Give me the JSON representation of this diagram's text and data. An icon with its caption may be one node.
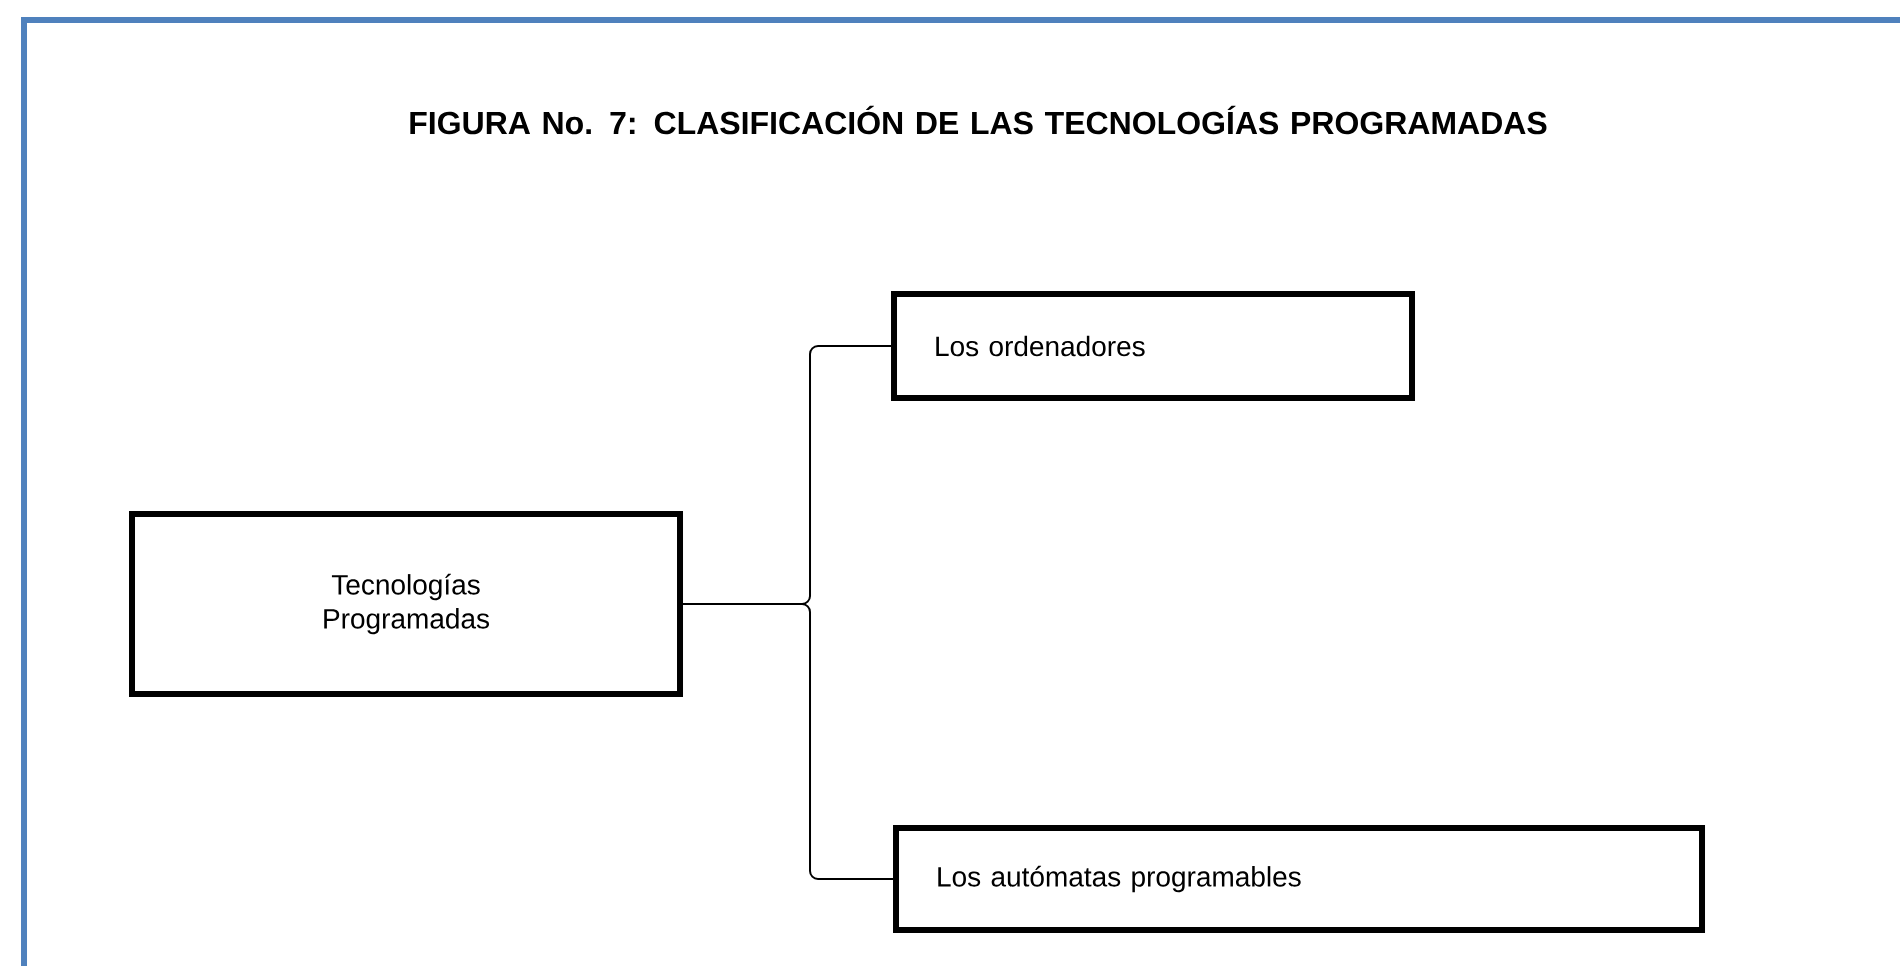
{
  "diagram": {
    "title": "FIGURA No. 7: CLASIFICACIÓN DE LAS TECNOLOGÍAS PROGRAMADAS",
    "nodes": [
      {
        "text": [
          "Tecnologías Programadas"
        ]
      },
      {
        "text": [
          "Los ordenadores"
        ]
      },
      {
        "text": [
          "Los autómatas programables"
        ]
      }
    ],
    "edges": [
      {
        "from": 0,
        "to": 1,
        "arrow": "none"
      },
      {
        "from": 0,
        "to": 2,
        "arrow": "none"
      }
    ]
  }
}
